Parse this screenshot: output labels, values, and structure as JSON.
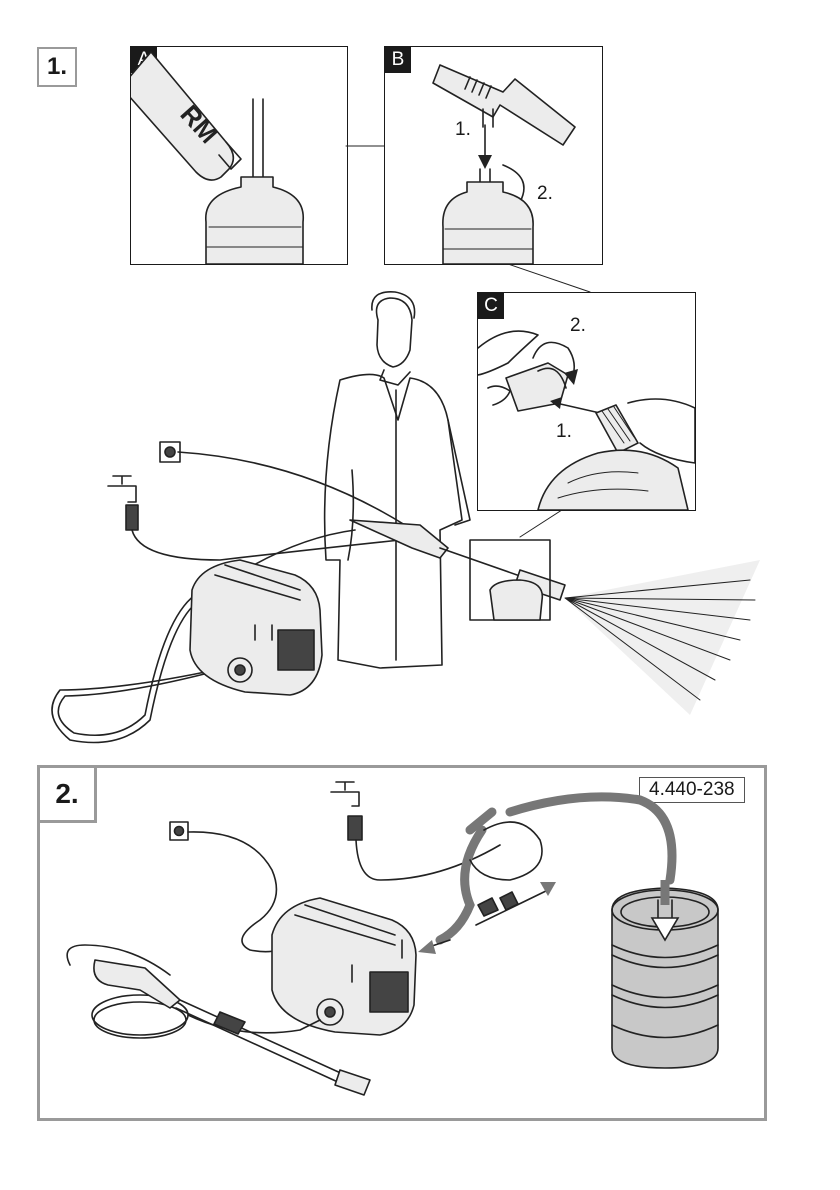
{
  "step1": {
    "number": "1.",
    "panel_a": {
      "label": "A",
      "bottle_text": "RM"
    },
    "panel_b": {
      "label": "B",
      "arrow1": "1.",
      "arrow2": "2."
    },
    "panel_c": {
      "label": "C",
      "arrow1": "1.",
      "arrow2": "2."
    }
  },
  "step2": {
    "number": "2.",
    "part_number": "4.440-238"
  },
  "colors": {
    "frame": "#9a9a9a",
    "label_bg": "#1a1a1a",
    "line": "#222222",
    "barrel": "#c8c8c8"
  }
}
